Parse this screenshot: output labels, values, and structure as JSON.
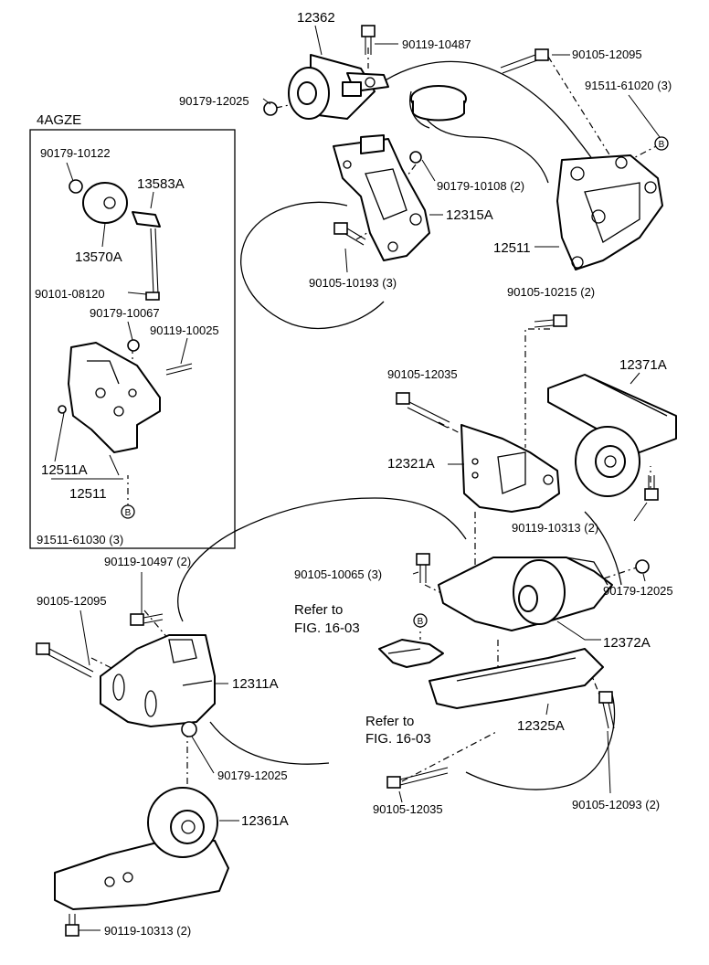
{
  "inset": {
    "title": "4AGZE"
  },
  "labels": {
    "p12362": "12362",
    "p90119_10487": "90119-10487",
    "p90105_12095_top": "90105-12095",
    "p91511_61020": "91511-61020 (3)",
    "p90179_12025_top": "90179-12025",
    "p90179_10108": "90179-10108 (2)",
    "p12315A": "12315A",
    "p12511_main": "12511",
    "p90105_10193": "90105-10193 (3)",
    "p90105_10215": "90105-10215 (2)",
    "p12371A": "12371A",
    "p90105_12035_mid": "90105-12035",
    "p12321A": "12321A",
    "p90119_10313_right": "90119-10313 (2)",
    "p90105_10065": "90105-10065 (3)",
    "p90179_12025_right": "90179-12025",
    "refer1_a": "Refer to",
    "refer1_b": "FIG. 16-03",
    "p12372A": "12372A",
    "refer2_a": "Refer to",
    "refer2_b": "FIG. 16-03",
    "p12325A": "12325A",
    "p90105_12035_bot": "90105-12035",
    "p90105_12093": "90105-12093 (2)",
    "p90119_10497": "90119-10497 (2)",
    "p90105_12095_left": "90105-12095",
    "p12311A": "12311A",
    "p90179_12025_left": "90179-12025",
    "p12361A": "12361A",
    "p90119_10313_bot": "90119-10313 (2)",
    "i90179_10122": "90179-10122",
    "i13583A": "13583A",
    "i13570A": "13570A",
    "i90101_08120": "90101-08120",
    "i90179_10067": "90179-10067",
    "i90119_10025": "90119-10025",
    "i12511A": "12511A",
    "i12511": "12511",
    "i91511_61030": "91511-61030 (3)"
  },
  "markers": {
    "b": "B"
  },
  "icons": [
    "bolt-icon",
    "nut-icon",
    "clip-b-icon"
  ]
}
